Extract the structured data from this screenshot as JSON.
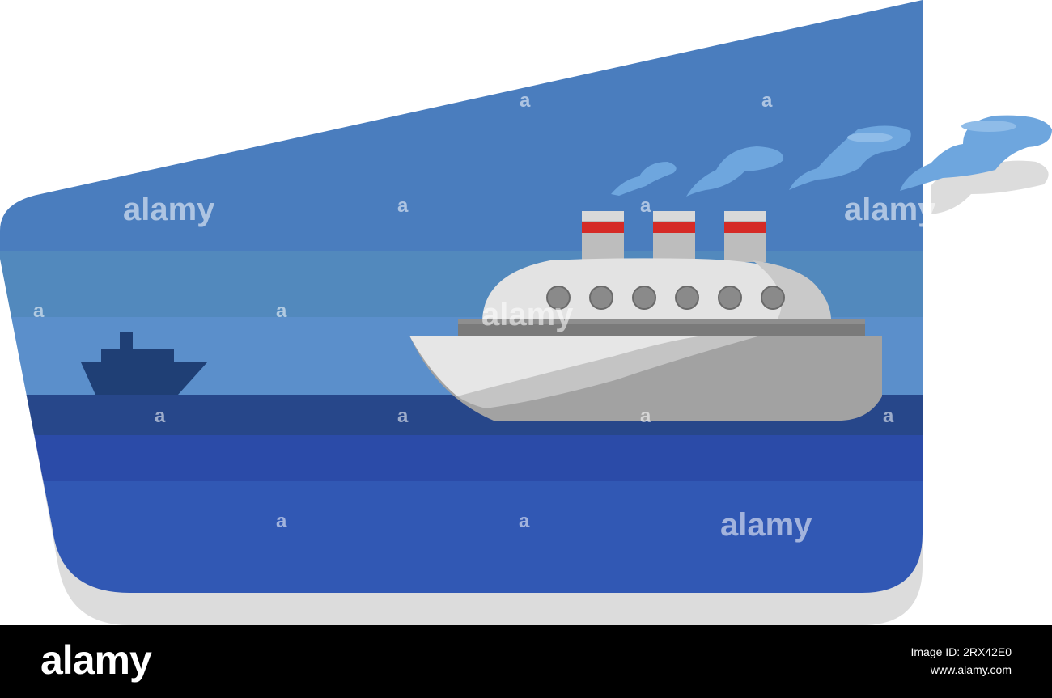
{
  "image": {
    "description_tags": [
      "cruise-ship",
      "sea",
      "smoke",
      "silhouette-ship"
    ],
    "colors": {
      "sky_top": "#4A7DBE",
      "sky_band": "#5289BD",
      "sky_low": "#5B8FCB",
      "sea_far": "#27478A",
      "sea_mid": "#2B4BA8",
      "sea_near": "#3158B4",
      "distant_ship": "#1F3F75",
      "hull_light": "#E6E6E6",
      "hull_dark": "#A2A2A2",
      "funnel_stripe": "#D52A26",
      "smoke": "#6EA6DE",
      "shadow": "#DCDCDC"
    }
  },
  "watermarks": {
    "label": "alamy",
    "short": "a"
  },
  "footer": {
    "logo": "alamy",
    "image_id": "Image ID: 2RX42E0",
    "site": "www.alamy.com"
  }
}
